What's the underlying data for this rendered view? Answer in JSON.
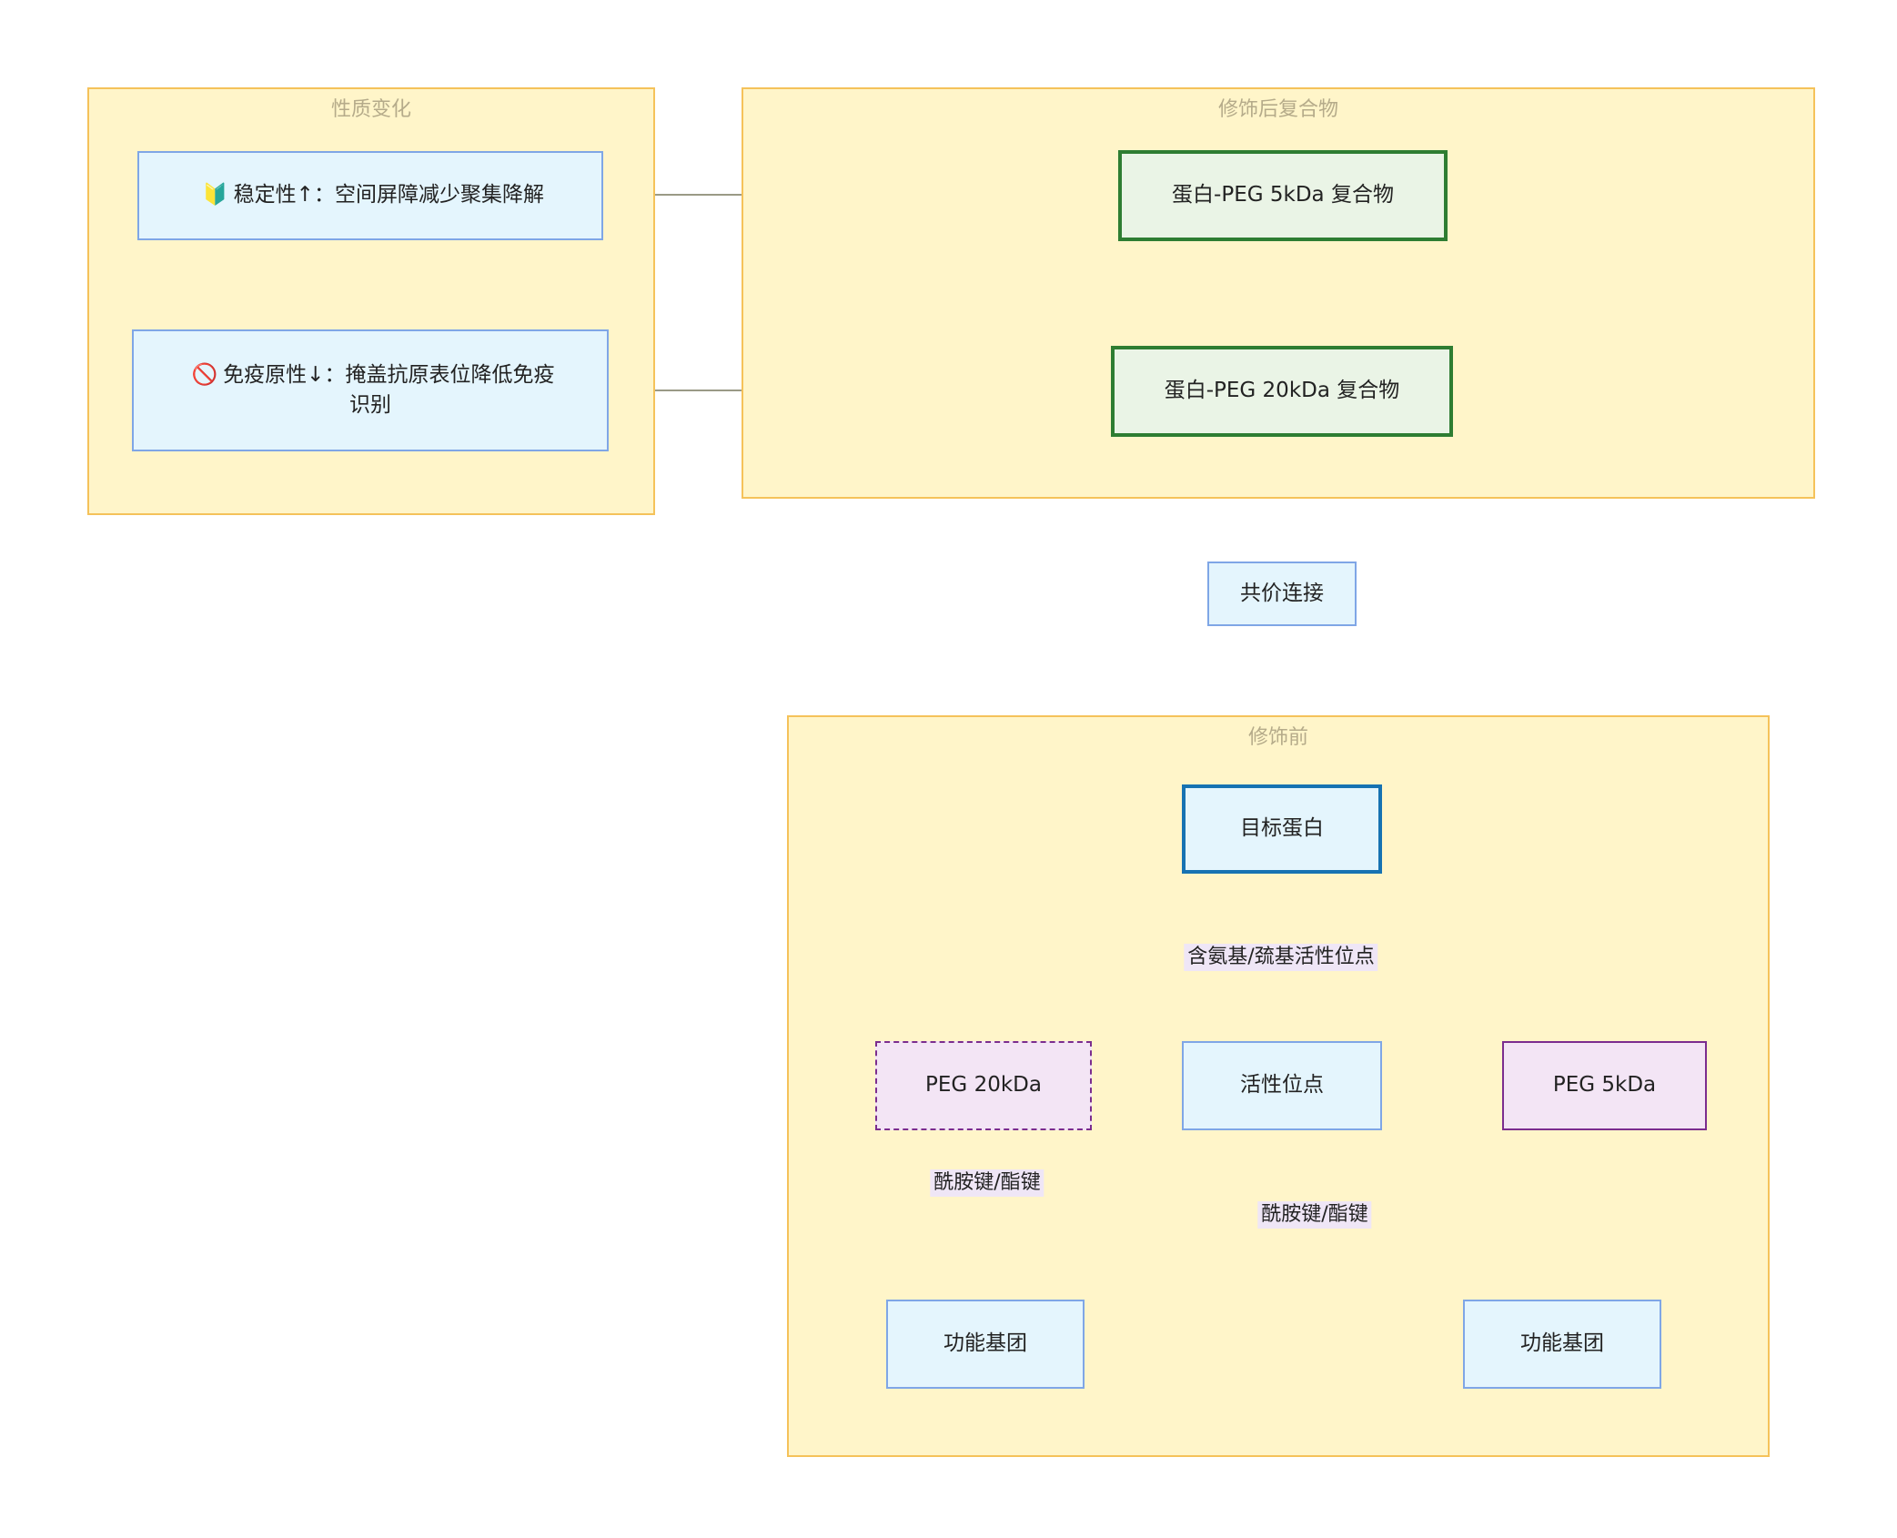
{
  "clusters": {
    "property_change": {
      "title": "性质变化"
    },
    "after_modification": {
      "title": "修饰后复合物"
    },
    "before_modification": {
      "title": "修饰前"
    }
  },
  "nodes": {
    "stability": {
      "icon": "🔰",
      "text": "稳定性↑：空间屏障减少聚集降解",
      "icon_name": "beginner-shield-icon"
    },
    "immunogenicity": {
      "icon": "🚫",
      "text": "免疫原性↓：掩盖抗原表位降低免疫识别",
      "icon_name": "prohibited-icon"
    },
    "complex_5k": {
      "text": "蛋白-PEG 5kDa 复合物"
    },
    "complex_20k": {
      "text": "蛋白-PEG 20kDa 复合物"
    },
    "covalent": {
      "text": "共价连接"
    },
    "target_protein": {
      "text": "目标蛋白"
    },
    "active_site": {
      "text": "活性位点"
    },
    "peg_20k": {
      "text": "PEG 20kDa"
    },
    "peg_5k": {
      "text": "PEG 5kDa"
    },
    "func_group_left": {
      "text": "功能基团"
    },
    "func_group_right": {
      "text": "功能基团"
    }
  },
  "edge_labels": {
    "target_to_site": "含氨基/巯基活性位点",
    "site_to_left": "酰胺键/酯键",
    "site_to_right": "酰胺键/酯键"
  },
  "colors": {
    "cluster_fill": "#fff5c9",
    "cluster_border": "#f5c25a",
    "node_blue": "#e4f5fd",
    "node_green_border": "#2e7d32",
    "node_purple": "#f3e5f5",
    "edge": "#9a9a86"
  }
}
